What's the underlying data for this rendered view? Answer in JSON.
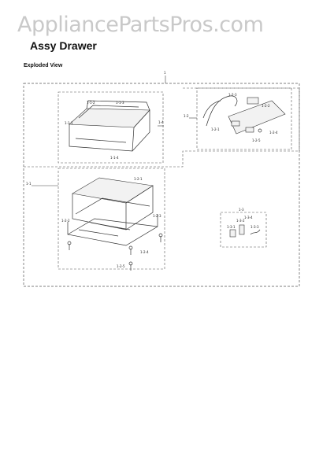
{
  "watermark": "AppliancePartsPros.com",
  "page": {
    "title": "Assy Drawer",
    "subtitle": "Exploded View"
  },
  "callouts": {
    "top": "1",
    "assy_1_1": "1-1",
    "assy_1_2": "1-2",
    "assy_1_3": "1-3",
    "front_panel": "1-4",
    "drawer_a": "1-1-2",
    "drawer_b": "1-1-3",
    "drawer_c": "1-1-1",
    "drawer_d": "1-1-4",
    "harness": "1-2-3",
    "bracket": "1-2-2",
    "switch_a": "1-2-4",
    "switch_b": "1-2-5",
    "pcb": "1-2-1",
    "frame_top": "1-2-1",
    "frame_side": "1-2-2",
    "frame_base": "1-2-3",
    "screw_a": "1-2-4",
    "screw_b": "1-2-5",
    "lamp": "1-3-1",
    "lamp_socket": "1-3-2",
    "lamp_wire": "1-3-3",
    "lamp_holder": "1-3-4"
  }
}
